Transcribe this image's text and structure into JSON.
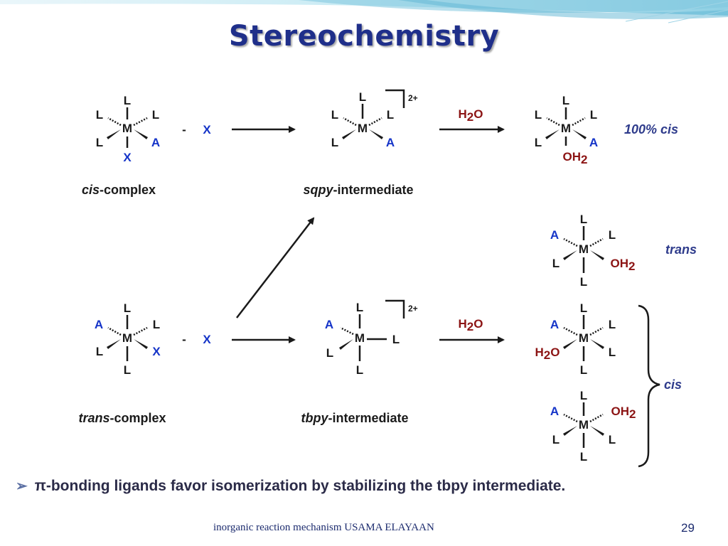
{
  "slide": {
    "title": "Stereochemistry",
    "bullet_text": "-bonding ligands favor isomerization by stabilizing the tbpy intermediate.",
    "pi_symbol": "π",
    "footer": "inorganic reaction mechanism USAMA ELAYAAN",
    "page_number": "29"
  },
  "chem": {
    "metal": "M",
    "ligand": "L",
    "ligand_a": "A",
    "leaving": "X",
    "minus": "-",
    "water": {
      "H": "H",
      "two": "2",
      "O": "O"
    },
    "charge": "2+",
    "captions": {
      "cis_prefix": "cis",
      "trans_prefix": "trans",
      "complex_suffix": "-complex",
      "sqpy_prefix": "sqpy",
      "tbpy_prefix": "tbpy",
      "intermediate_suffix": "-intermediate"
    },
    "labels": {
      "pct_cis": "100% cis",
      "trans": "trans",
      "cis": "cis"
    }
  },
  "colors": {
    "title": "#1f2f8a",
    "ligand_a": "#1534c8",
    "water": "#8c1414",
    "label": "#2f3c8c",
    "header_band": "#a8dcea"
  }
}
